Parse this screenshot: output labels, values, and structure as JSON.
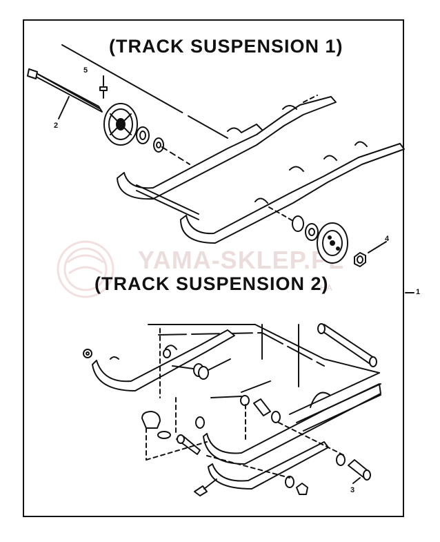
{
  "figure": {
    "title_1": "(TRACK SUSPENSION 1)",
    "title_2": "(TRACK SUSPENSION 2)",
    "watermark_text": "YAMA-SKLEP.PL",
    "watermark_sub": "AHA",
    "callouts": {
      "c1": "1",
      "c2": "2",
      "c3": "3",
      "c4": "4",
      "c5": "5"
    }
  },
  "colors": {
    "ink": "#111111",
    "watermark": "#c9a0a0",
    "background": "#ffffff"
  }
}
